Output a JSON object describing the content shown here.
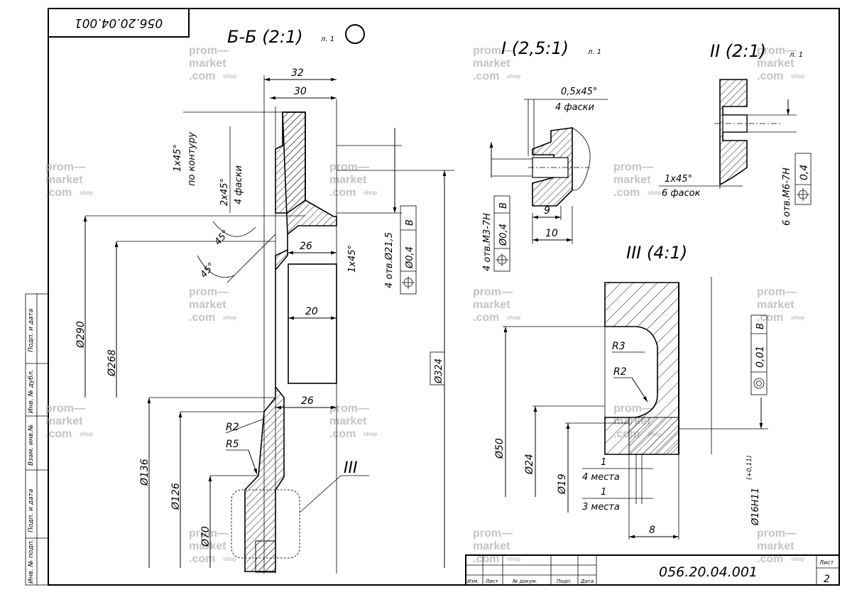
{
  "drawing_number": "056.20.04.001",
  "drawing_number_rotated": "056.20.04.001",
  "section": {
    "title": "Б-Б (2:1)",
    "sheet_ref": "л. 1"
  },
  "detail_1": {
    "title": "I (2,5:1)",
    "sheet_ref": "л. 1"
  },
  "detail_2": {
    "title": "II (2:1)",
    "sheet_ref": "л. 1"
  },
  "detail_3": {
    "title": "III (4:1)"
  },
  "dims": {
    "d32": "32",
    "d30": "30",
    "d26a": "26",
    "d20": "20",
    "d26b": "26",
    "ch1_a": "1x45°",
    "ch1_b": "по контуру",
    "ch2_a": "2x45°",
    "ch2_b": "4 фаски",
    "ch3": "1x45°",
    "a45a": "45°",
    "a45b": "45°",
    "dia290": "Ø290",
    "dia268": "Ø268",
    "dia136": "Ø136",
    "dia126": "Ø126",
    "dia70": "Ø70",
    "dia324": "Ø324",
    "holes_main": "4 отв.Ø21,5",
    "r2": "R2",
    "r5": "R5",
    "label_III": "III"
  },
  "detail1_dims": {
    "chamfer": "0,5x45°",
    "chamfer_count": "4 фаски",
    "holes": "4 отв.М3-7Н",
    "d9": "9",
    "d10": "10"
  },
  "detail2_dims": {
    "chamfer": "1x45°",
    "chamfer_count": "6 фасок",
    "holes": "6 отв.М6-7Н"
  },
  "detail3_dims": {
    "r3": "R3",
    "r2": "R2",
    "dia50": "Ø50",
    "dia24": "Ø24",
    "dia19": "Ø19",
    "d1a": "1",
    "places4": "4 места",
    "d1b": "1",
    "places3": "3 места",
    "d8": "8",
    "dia16": "Ø16H11",
    "tol16": "(+0,11)"
  },
  "tolerance_frames": {
    "main": {
      "value": "Ø0,4",
      "datum": "B"
    },
    "det1": {
      "value": "Ø0,4",
      "datum": "B"
    },
    "det2": {
      "value": "0,4",
      "datum": "B"
    },
    "det3": {
      "value": "0,01",
      "datum": "B"
    }
  },
  "side_stamp": [
    "Подп. и дата",
    "Инв. № дубл.",
    "Взам. инв.№",
    "Подп. и дата",
    "Инв. № подп."
  ],
  "title_block": {
    "col_headers": [
      "Изм.",
      "Лист",
      "№ докум.",
      "Подп.",
      "Дата"
    ],
    "doc_number": "056.20.04.001",
    "sheet_label": "Лист",
    "sheet_number": "2"
  },
  "watermark": {
    "line1": "prom—",
    "line2": "market",
    "line3": ".com",
    "suffix": "shop"
  }
}
